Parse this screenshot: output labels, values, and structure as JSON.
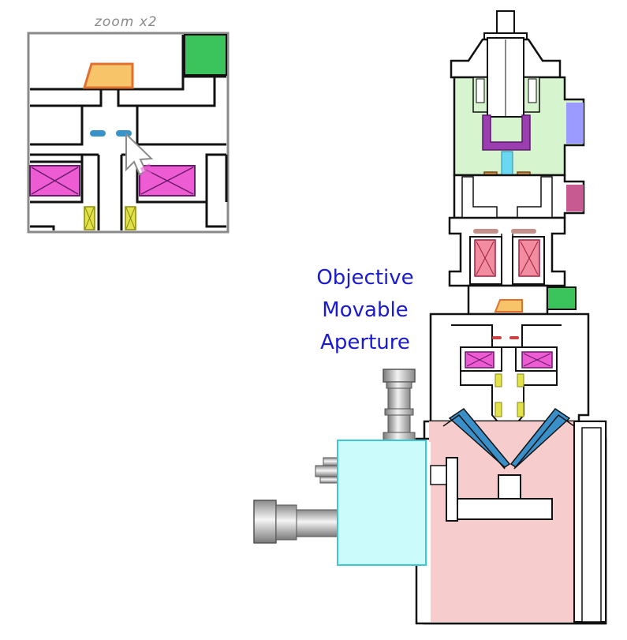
{
  "zoom_label": "zoom x2",
  "callout": {
    "line1": "Objective",
    "line2": "Movable",
    "line3": "Aperture",
    "color": "#1a1ad0"
  },
  "colors": {
    "outline": "#111111",
    "gun_chamber": "#d6f5cf",
    "wehnelt": "#9b3fb0",
    "filament": "#69d8f0",
    "anode_cup": "#c98a4a",
    "ion_pump_port": "#9a9aff",
    "vent_port": "#c85a92",
    "condenser_coil": "#f28ca0",
    "objective_coil": "#ee5cd4",
    "stigmator": "#e2e24a",
    "movable_aperture": "#f7c46a",
    "aperture_outline": "#e07030",
    "aperture_dots": "#d04040",
    "detector_cone": "#3b8fc8",
    "chamber": "#f7cccc",
    "detector_box": "#ccfbfc",
    "green_port": "#3cc45c",
    "zoom_frame": "#8a8a8a",
    "zoom_aperture_dots": "#3a93c8"
  },
  "icons": [
    "cursor-arrow-icon"
  ]
}
